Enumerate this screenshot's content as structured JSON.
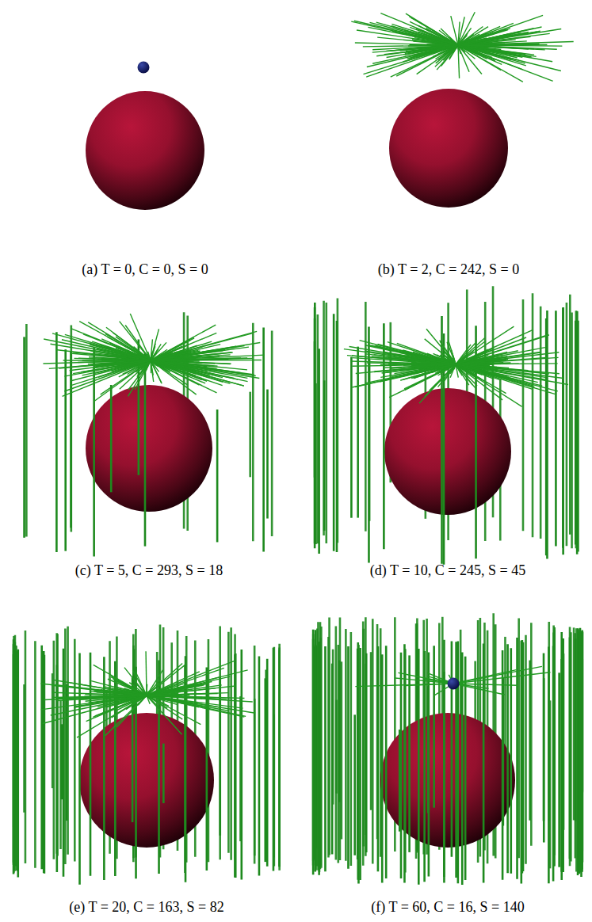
{
  "diagram": {
    "labels": [
      "(a) T = 0, C = 0, S = 0",
      "(b) T = 2, C = 242, S = 0",
      "(c) T = 5, C = 293, S = 18",
      "(d) T = 10, C = 245, S = 45",
      "(e) T = 20, C = 163, S = 82",
      "(f) T = 60, C = 16, S = 140"
    ]
  }
}
